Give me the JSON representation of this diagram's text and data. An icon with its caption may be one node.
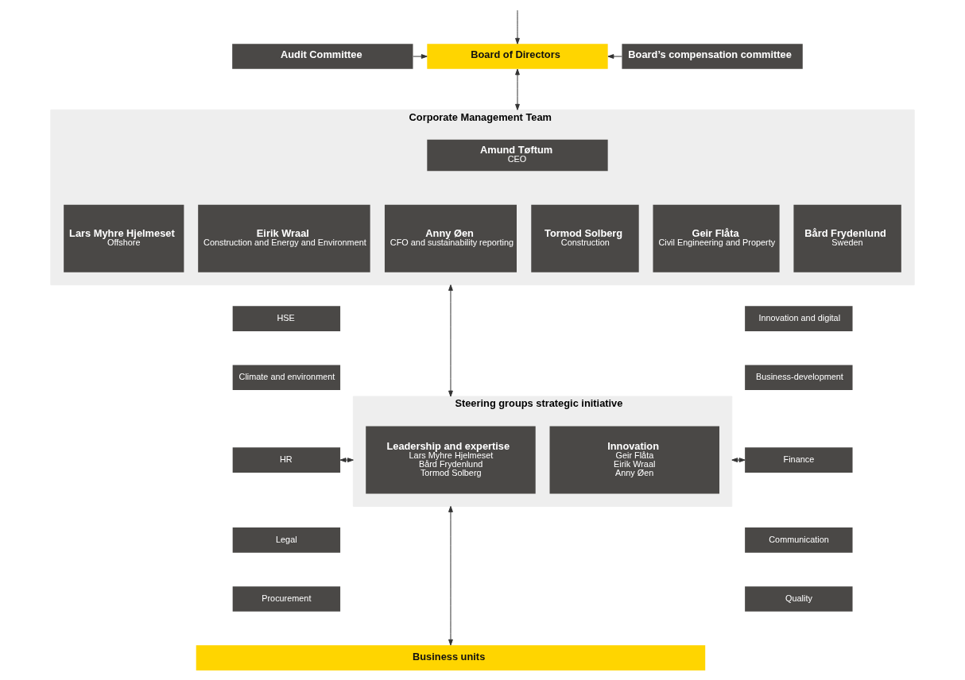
{
  "diagram": {
    "nodes": [
      {
        "text": [
          "Audit Committee"
        ]
      },
      {
        "text": [
          "Board of Directors"
        ]
      },
      {
        "text": [
          "Board’s compensation committee"
        ]
      },
      {
        "text": [
          "Corporate Management Team"
        ]
      },
      {
        "text": [
          "Amund Tøftum",
          "CEO"
        ],
        "in": 3
      },
      {
        "text": [
          "Lars Myhre Hjelmeset",
          "Offshore"
        ],
        "in": 3
      },
      {
        "text": [
          "Eirik Wraal",
          "Construction and Energy and Environment"
        ],
        "in": 3
      },
      {
        "text": [
          "Anny Øen",
          "CFO and sustainability reporting"
        ],
        "in": 3
      },
      {
        "text": [
          "Tormod Solberg",
          "Construction"
        ],
        "in": 3
      },
      {
        "text": [
          "Geir Flåta",
          "Civil Engineering and Property"
        ],
        "in": 3
      },
      {
        "text": [
          "Bård Frydenlund",
          "Sweden"
        ],
        "in": 3
      },
      {
        "text": [
          "HSE"
        ]
      },
      {
        "text": [
          "Climate and environment"
        ]
      },
      {
        "text": [
          "HR"
        ]
      },
      {
        "text": [
          "Legal"
        ]
      },
      {
        "text": [
          "Procurement"
        ]
      },
      {
        "text": [
          "Steering groups strategic initiative"
        ]
      },
      {
        "text": [
          "Leadership and expertise",
          "Lars Myhre Hjelmeset",
          "Bård Frydenlund",
          "Tormod Solberg"
        ],
        "in": 16
      },
      {
        "text": [
          "Innovation",
          "Geir Flåta",
          "Eirik Wraal",
          "Anny Øen"
        ],
        "in": 16
      },
      {
        "text": [
          "Innovation and digital"
        ]
      },
      {
        "text": [
          "Business-development"
        ]
      },
      {
        "text": [
          "Finance"
        ]
      },
      {
        "text": [
          "Communication"
        ]
      },
      {
        "text": [
          "Quality"
        ]
      },
      {
        "text": [
          "Business units"
        ]
      }
    ],
    "edges": [
      {
        "from": null,
        "to": 1,
        "arrow": "to"
      },
      {
        "from": 0,
        "to": 1,
        "arrow": "to"
      },
      {
        "from": 2,
        "to": 1,
        "arrow": "to"
      },
      {
        "from": 1,
        "to": 3,
        "arrow": "both"
      },
      {
        "from": 3,
        "to": 16,
        "arrow": "both"
      },
      {
        "from": 13,
        "to": 16,
        "arrow": "both"
      },
      {
        "from": 16,
        "to": 21,
        "arrow": "both"
      },
      {
        "from": 16,
        "to": 24,
        "arrow": "both"
      }
    ]
  }
}
